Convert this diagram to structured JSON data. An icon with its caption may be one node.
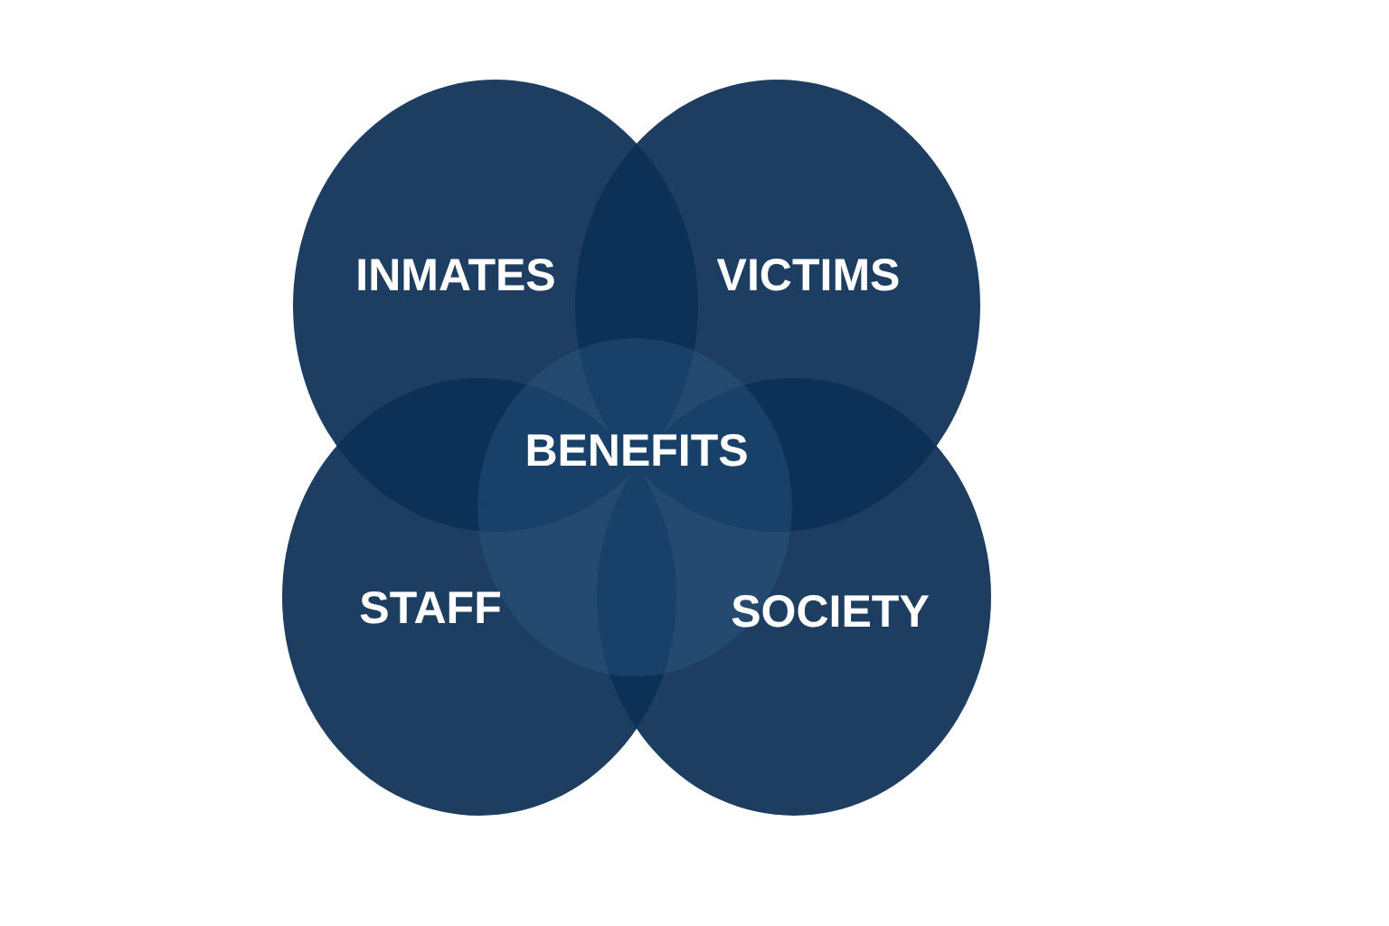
{
  "diagram": {
    "nodes": [
      {
        "text": [
          "INMATES"
        ]
      },
      {
        "text": [
          "VICTIMS"
        ]
      },
      {
        "text": [
          "BENEFITS"
        ]
      },
      {
        "text": [
          "STAFF"
        ]
      },
      {
        "text": [
          "SOCIETY"
        ]
      }
    ]
  }
}
